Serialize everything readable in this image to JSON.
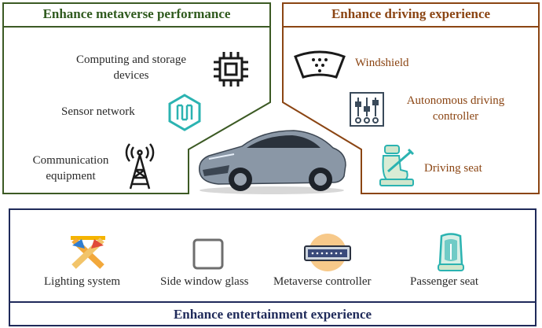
{
  "panels": {
    "metaverse": {
      "title": "Enhance metaverse performance",
      "items": [
        {
          "label": "Computing and storage devices",
          "icon": "cpu-chip-icon"
        },
        {
          "label": "Sensor network",
          "icon": "sensor-network-icon"
        },
        {
          "label": "Communication equipment",
          "icon": "antenna-tower-icon"
        }
      ]
    },
    "driving": {
      "title": "Enhance driving experience",
      "items": [
        {
          "label": "Windshield",
          "icon": "windshield-icon"
        },
        {
          "label": "Autonomous driving controller",
          "icon": "control-sliders-icon"
        },
        {
          "label": "Driving seat",
          "icon": "driving-seat-icon"
        }
      ]
    },
    "entertainment": {
      "title": "Enhance entertainment experience",
      "items": [
        {
          "label": "Lighting system",
          "icon": "lighting-system-icon"
        },
        {
          "label": "Side window glass",
          "icon": "window-square-icon"
        },
        {
          "label": "Metaverse controller",
          "icon": "controller-device-icon"
        },
        {
          "label": "Passenger seat",
          "icon": "passenger-seat-icon"
        }
      ]
    }
  },
  "colors": {
    "metaverse": "#3c5a24",
    "driving": "#8b4513",
    "entertainment": "#1f2a5a",
    "teal": "#2bb3b1"
  },
  "car_image": "car-icon"
}
